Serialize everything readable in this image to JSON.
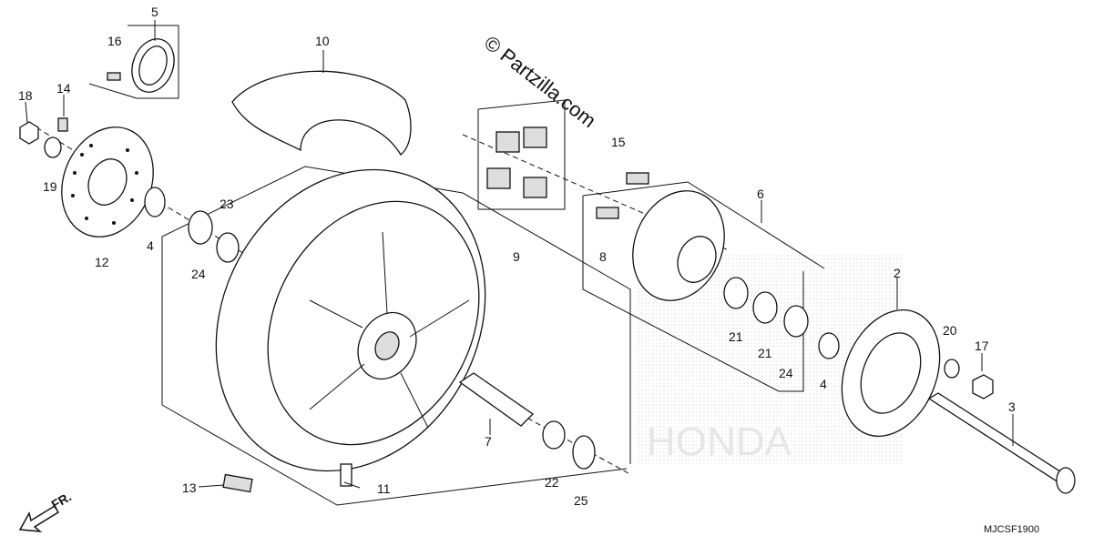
{
  "watermark": "© Partzilla.com",
  "diagram_code": "MJCSF1900",
  "front_arrow": {
    "label": "FR."
  },
  "background_logo_text": "HONDA",
  "callouts": [
    "5",
    "16",
    "18",
    "14",
    "19",
    "12",
    "4",
    "23",
    "24",
    "10",
    "15",
    "6",
    "9",
    "8",
    "2",
    "21",
    "21",
    "24",
    "4",
    "20",
    "17",
    "3",
    "7",
    "22",
    "25",
    "11",
    "13"
  ]
}
